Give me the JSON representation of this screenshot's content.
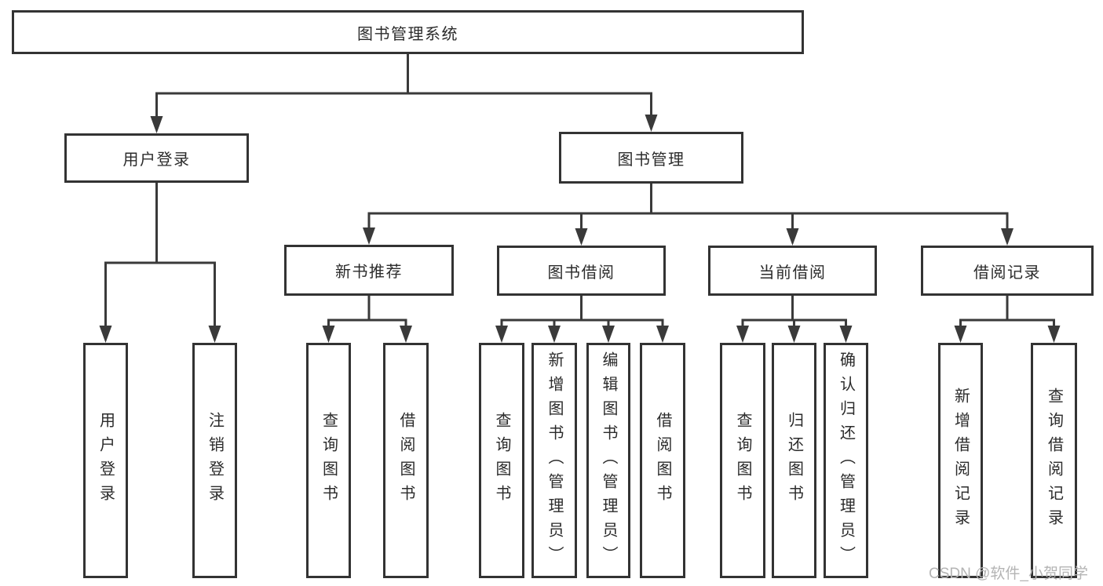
{
  "tree": {
    "label": "图书管理系统",
    "children": [
      {
        "label": "用户登录",
        "children": [
          {
            "label": "用户登录"
          },
          {
            "label": "注销登录"
          }
        ]
      },
      {
        "label": "图书管理",
        "children": [
          {
            "label": "新书推荐",
            "children": [
              {
                "label": "查询图书"
              },
              {
                "label": "借阅图书"
              }
            ]
          },
          {
            "label": "图书借阅",
            "children": [
              {
                "label": "查询图书"
              },
              {
                "label": "新增图书（管理员）"
              },
              {
                "label": "编辑图书（管理员）"
              },
              {
                "label": "借阅图书"
              }
            ]
          },
          {
            "label": "当前借阅",
            "children": [
              {
                "label": "查询图书"
              },
              {
                "label": "归还图书"
              },
              {
                "label": "确认归还（管理员）"
              }
            ]
          },
          {
            "label": "借阅记录",
            "children": [
              {
                "label": "新增借阅记录"
              },
              {
                "label": "查询借阅记录"
              }
            ]
          }
        ]
      }
    ]
  },
  "watermark": {
    "text": "CSDN @软件_小贺同学"
  },
  "colors": {
    "line": "#3a3a3a",
    "box_border": "#333333",
    "box_fill": "#ffffff",
    "text": "#2b2b2b",
    "watermark": "#b4b4b4",
    "background": "#ffffff"
  }
}
